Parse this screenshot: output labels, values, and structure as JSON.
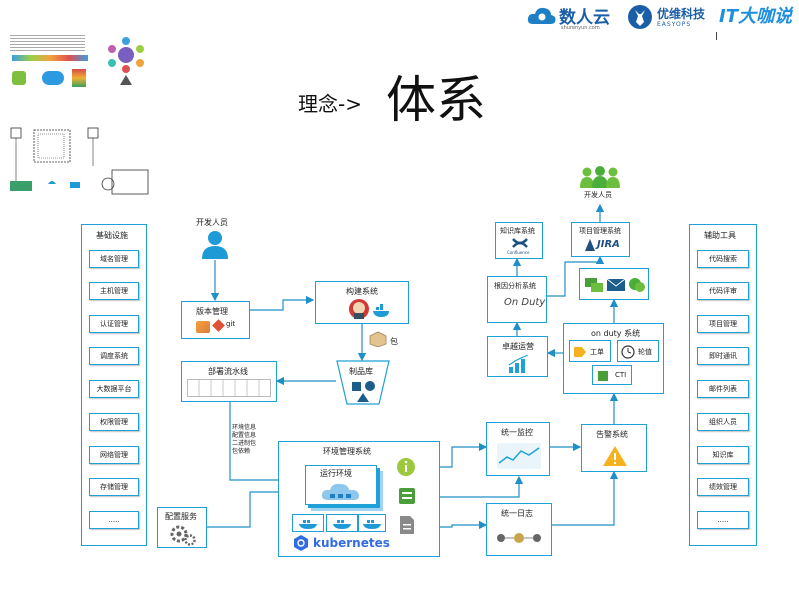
{
  "header": {
    "brand1_name": "数人云",
    "brand1_url": "shurenyun.com",
    "brand2_name": "优维科技",
    "brand2_sub": "EASYOPS",
    "brand3_name": "IT大咖说"
  },
  "title": {
    "left": "理念->",
    "right": "体系"
  },
  "left_panel": {
    "title": "基础设施",
    "items": [
      "域名管理",
      "主机管理",
      "认证管理",
      "调度系统",
      "大数据平台",
      "权限管理",
      "网络管理",
      "存储管理",
      "....."
    ]
  },
  "right_panel": {
    "title": "辅助工具",
    "items": [
      "代码搜索",
      "代码评审",
      "项目管理",
      "即时通讯",
      "邮件列表",
      "组织人员",
      "知识库",
      "绩效管理",
      "....."
    ]
  },
  "nodes": {
    "developer_left": "开发人员",
    "version_mgmt": "版本管理",
    "git": "git",
    "build_system": "构建系统",
    "package": "包",
    "artifact_repo": "制品库",
    "deploy_pipeline": "部署流水线",
    "env_notes": [
      "环境信息",
      "配置信息",
      "二进制包",
      "包依赖"
    ],
    "config_service": "配置服务",
    "env_mgmt": "环境管理系统",
    "runtime_env": "运行环境",
    "kubernetes": "kubernetes",
    "unified_monitor": "统一监控",
    "unified_log": "统一日志",
    "alert_system": "告警系统",
    "onduty": "on duty 系统",
    "ticket": "工单",
    "rotation": "轮值",
    "cti": "CTI",
    "excellence_ops": "卓越运营",
    "root_cause": "根因分析系统",
    "onduty_logo": "On Duty",
    "knowledge_base": "知识库系统",
    "confluence": "Confluence",
    "project_mgmt": "项目管理系统",
    "jira": "JIRA",
    "developer_right": "开发人员",
    "docker": "docker"
  },
  "colors": {
    "border": "#1fa0d8",
    "arrow": "#1f8fc8",
    "person": "#1e9ad6",
    "green": "#6bbf3c",
    "dark": "#1b3f6e"
  }
}
